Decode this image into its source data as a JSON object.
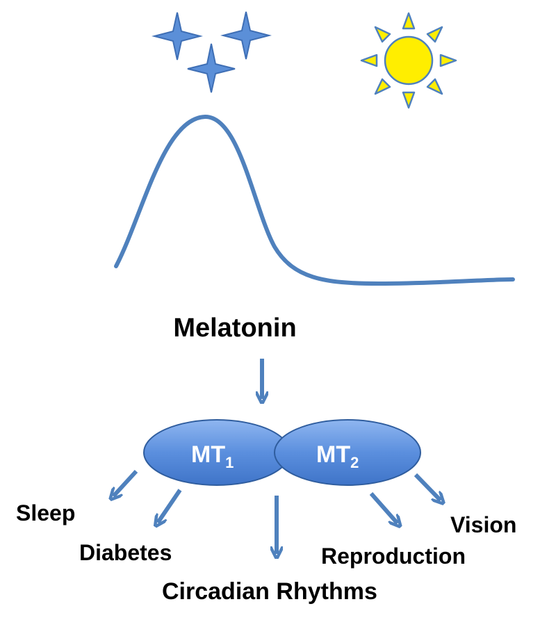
{
  "title": "Melatonin",
  "receptors": [
    {
      "name": "MT",
      "subscript": "1"
    },
    {
      "name": "MT",
      "subscript": "2"
    }
  ],
  "effects": {
    "sleep": "Sleep",
    "diabetes": "Diabetes",
    "circadian": "Circadian Rhythms",
    "reproduction": "Reproduction",
    "vision": "Vision"
  },
  "icons": {
    "night": "star-icon",
    "day": "sun-icon"
  },
  "colors": {
    "curve": "#4f81bd",
    "arrow": "#4f81bd",
    "receptor_fill": "#5b8fde",
    "star_fill": "#5b8fd8",
    "sun_fill": "#ffee00",
    "sun_stroke": "#4f81bd"
  }
}
